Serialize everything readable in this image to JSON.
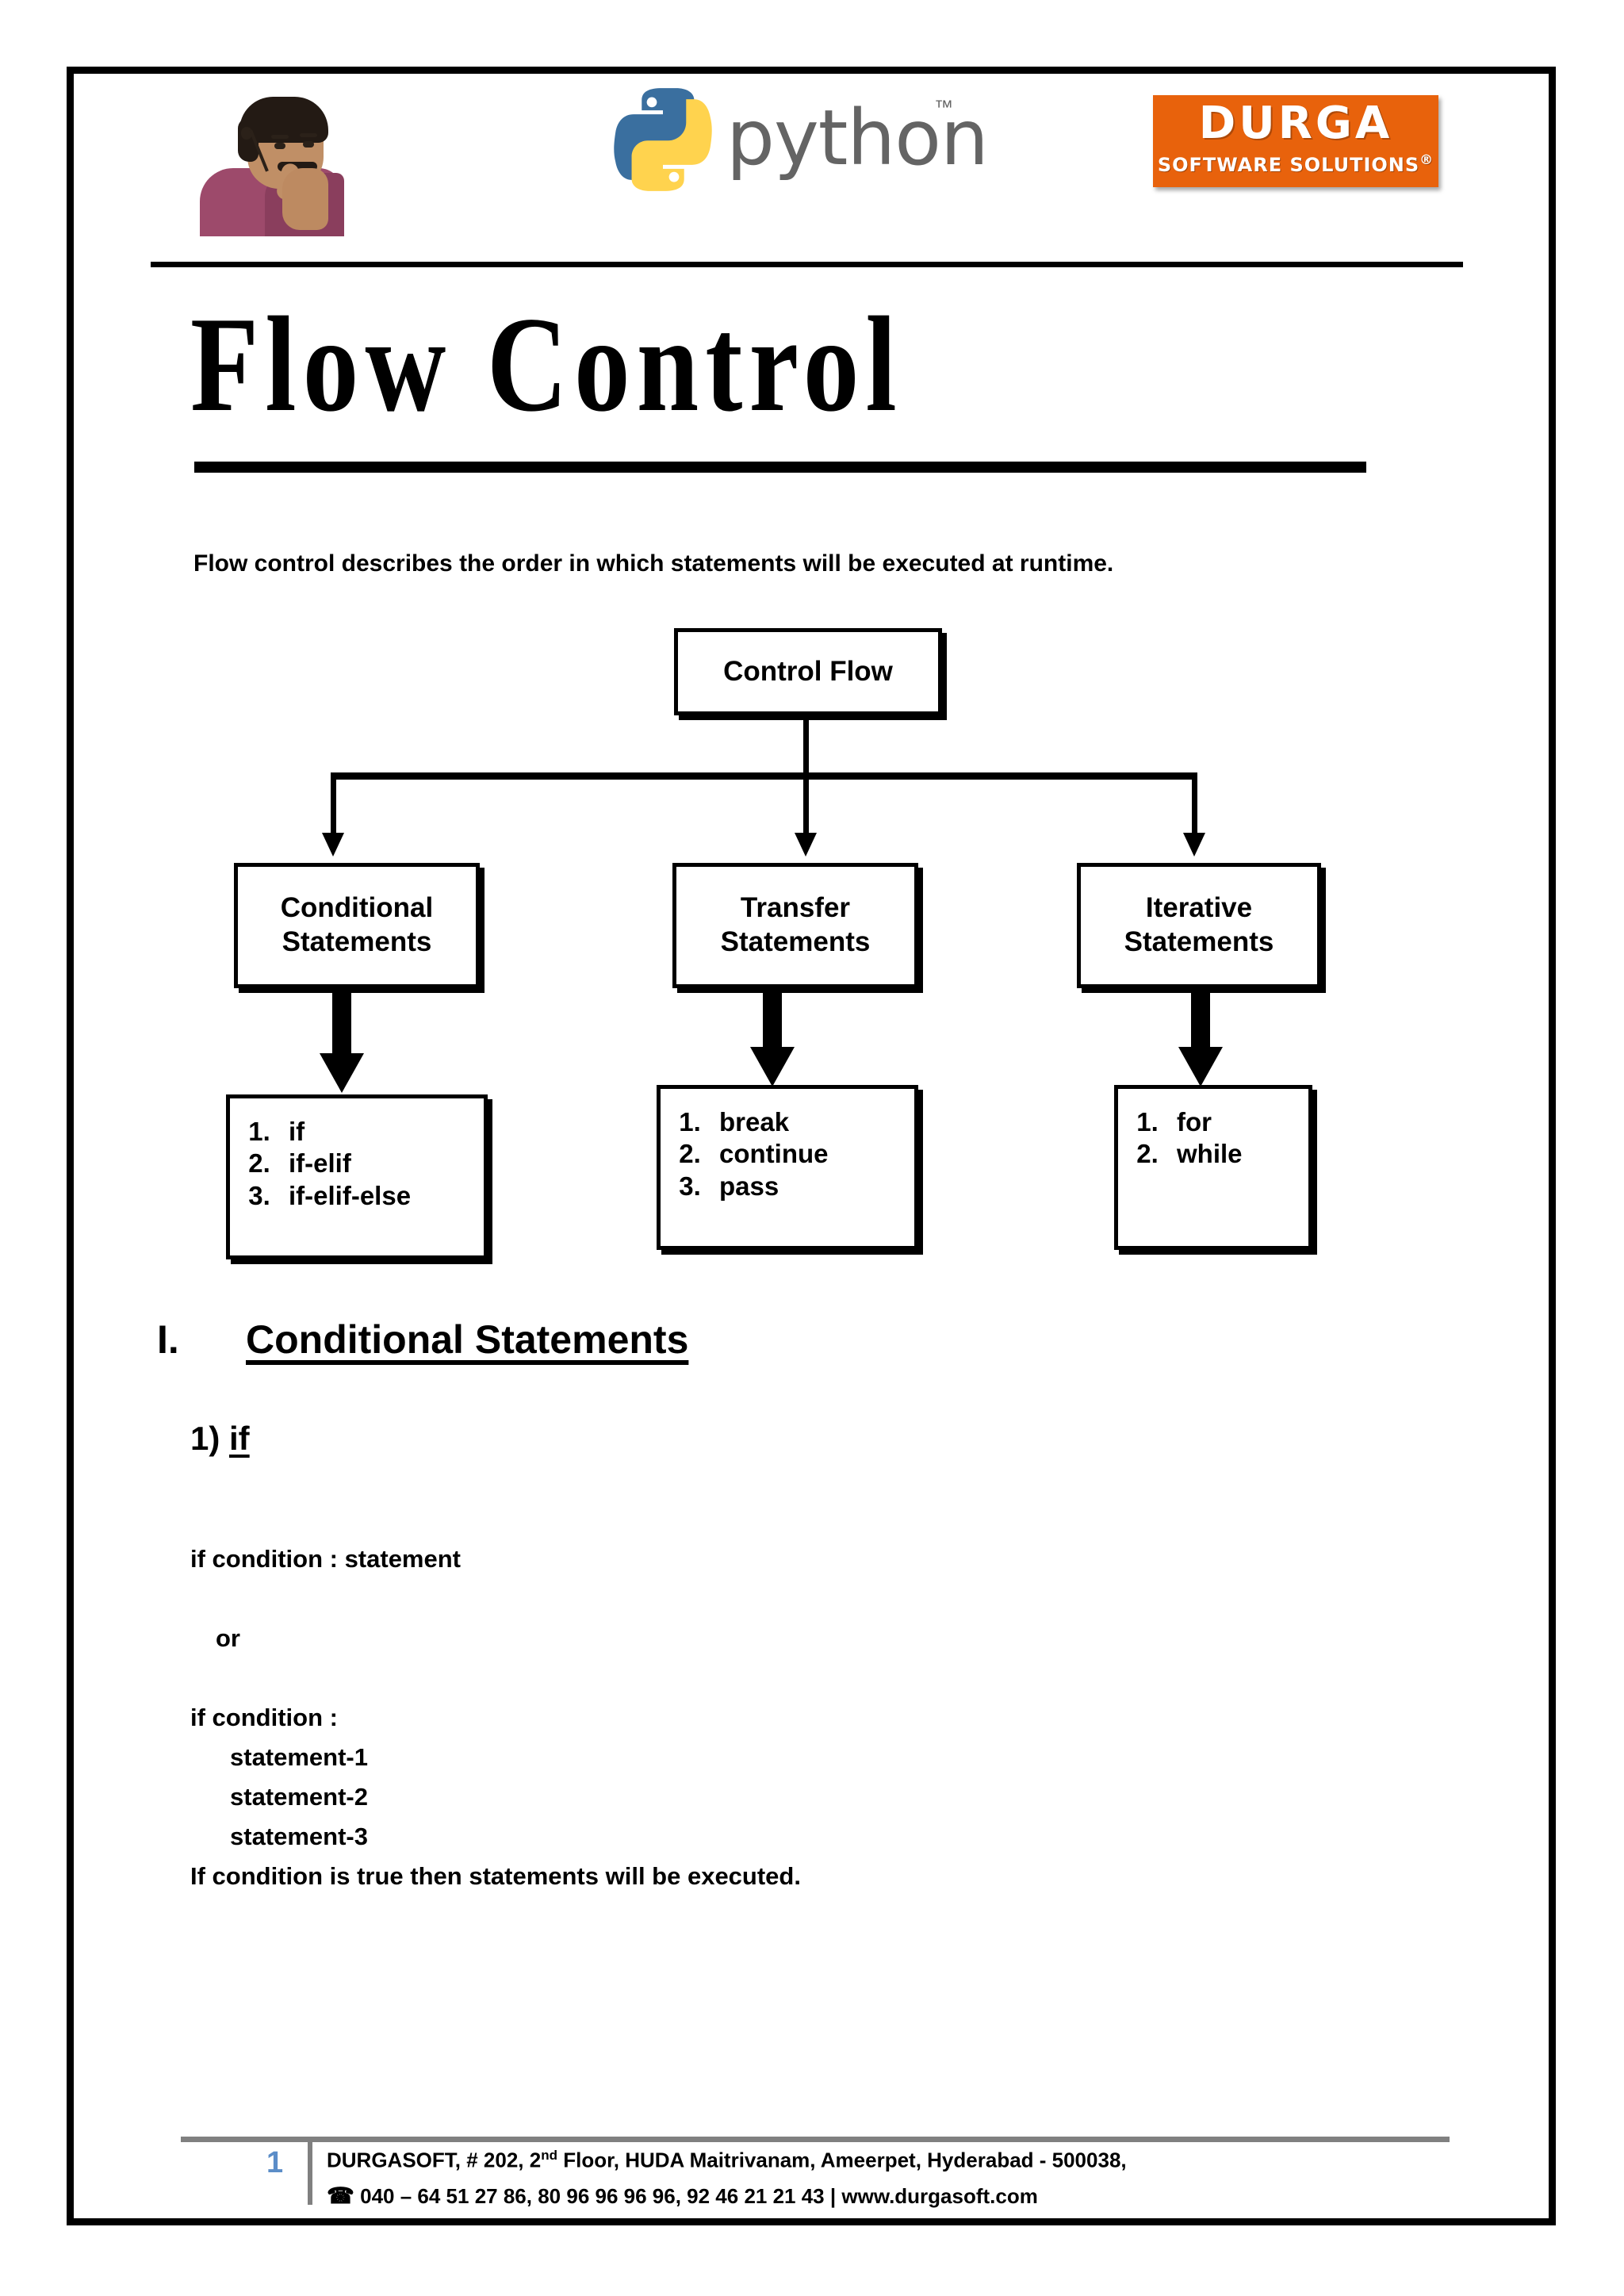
{
  "document": {
    "title": "Flow Control",
    "intro": "Flow control describes the order in which statements will be executed at runtime."
  },
  "header": {
    "instructor_photo": "instructor-photo",
    "python_logo": {
      "wordmark": "python",
      "trademark": "™",
      "blue": "#3a6f9f",
      "yellow": "#ffd34e",
      "text_color": "#646464"
    },
    "durga_logo": {
      "word": "DURGA",
      "subtitle": "SOFTWARE SOLUTIONS",
      "registered": "®",
      "background": "#e8620c",
      "text_color": "#ffffff"
    }
  },
  "chart_data": {
    "type": "diagram",
    "title": "Control Flow",
    "root": "Control Flow",
    "branches": [
      {
        "label": "Conditional\nStatements",
        "items": [
          "if",
          "if-elif",
          "if-elif-else"
        ]
      },
      {
        "label": "Transfer\nStatements",
        "items": [
          "break",
          "continue",
          "pass"
        ]
      },
      {
        "label": "Iterative\nStatements",
        "items": [
          "for",
          "while"
        ]
      }
    ]
  },
  "diagram": {
    "root_label": "Control Flow",
    "nodes": [
      {
        "label": "Conditional\nStatements"
      },
      {
        "label": "Transfer\nStatements"
      },
      {
        "label": "Iterative\nStatements"
      }
    ],
    "leaf_groups": [
      {
        "items": [
          "if",
          "if-elif",
          "if-elif-else"
        ]
      },
      {
        "items": [
          "break",
          "continue",
          "pass"
        ]
      },
      {
        "items": [
          "for",
          "while"
        ]
      }
    ]
  },
  "sections": {
    "conditional": {
      "numeral": "I.",
      "heading": "Conditional Statements",
      "subheading_number": "1) ",
      "subheading": "if",
      "syntax": {
        "line_1": "if condition : statement",
        "or": "or",
        "line_2": "if condition :",
        "line_3": "statement-1",
        "line_4": "statement-2",
        "line_5": "statement-3",
        "line_6": "If condition is true then statements will be executed."
      }
    }
  },
  "footer": {
    "page_number": "1",
    "address_prefix": "DURGASOFT, # 202, 2",
    "address_sup": "nd",
    "address_suffix": " Floor, HUDA Maitrivanam, Ameerpet, Hyderabad - 500038,",
    "phone_icon": "☎",
    "contact": "040 – 64 51 27 86, 80 96 96 96 96, 92 46 21 21 43 | www.durgasoft.com",
    "page_number_color": "#5b8dc8",
    "rule_color": "#808080"
  }
}
